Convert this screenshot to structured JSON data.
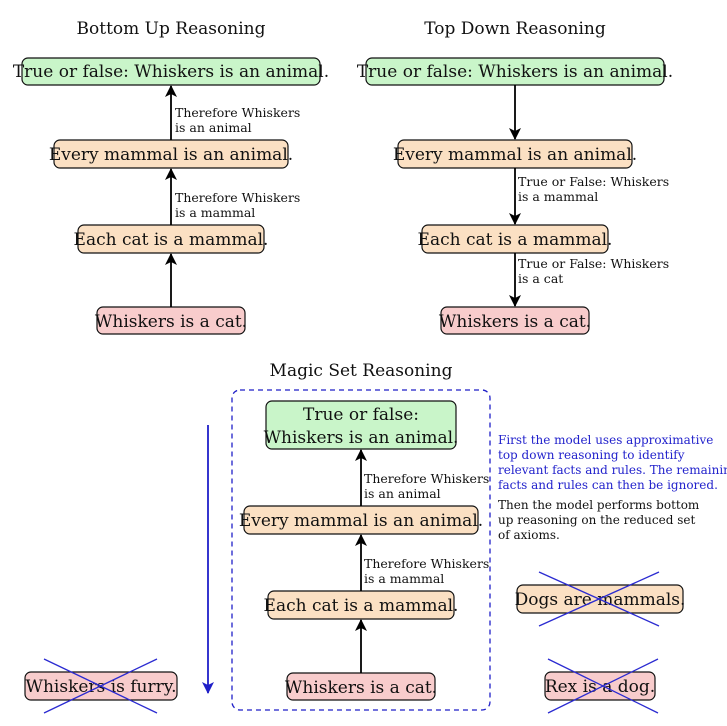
{
  "sections": {
    "bottom_up": {
      "title": "Bottom Up Reasoning",
      "nodes": {
        "goal": "True or false: Whiskers is an animal.",
        "mammal_animal": "Every mammal is an animal.",
        "cat_mammal": "Each cat is a mammal.",
        "whiskers_cat": "Whiskers is a cat."
      },
      "edges": {
        "upper": [
          "Therefore Whiskers",
          "is an animal"
        ],
        "lower": [
          "Therefore Whiskers",
          "is a mammal"
        ]
      }
    },
    "top_down": {
      "title": "Top Down Reasoning",
      "nodes": {
        "goal": "True or false: Whiskers is an animal.",
        "mammal_animal": "Every mammal is an animal.",
        "cat_mammal": "Each cat is a mammal.",
        "whiskers_cat": "Whiskers is a cat."
      },
      "edges": {
        "upper": [
          "True or False: Whiskers",
          "is a mammal"
        ],
        "lower": [
          "True or False: Whiskers",
          "is a cat"
        ]
      }
    },
    "magic_set": {
      "title": "Magic Set Reasoning",
      "nodes": {
        "goal": [
          "True or false:",
          "Whiskers is an animal."
        ],
        "mammal_animal": "Every mammal is an animal.",
        "cat_mammal": "Each cat is a mammal.",
        "whiskers_cat": "Whiskers is a cat."
      },
      "edges": {
        "upper": [
          "Therefore Whiskers",
          "is an animal"
        ],
        "lower": [
          "Therefore Whiskers",
          "is a mammal"
        ]
      },
      "ignored": {
        "furry": "Whiskers is furry.",
        "dogs": "Dogs are mammals.",
        "rex": "Rex is a dog."
      },
      "notes": {
        "top_down": [
          "First the model uses approximative",
          "top down reasoning to identify",
          "relevant facts and rules. The remaining",
          "facts and rules can then be ignored."
        ],
        "bottom_up": [
          "Then the model performs bottom",
          "up reasoning on the reduced set",
          "of axioms."
        ]
      }
    }
  },
  "colors": {
    "goal_fill": "#c9f5c9",
    "rule_fill": "#fbe0c3",
    "fact_fill": "#f8cccc",
    "ignore_cross": "#2b2bd1",
    "note_blue": "#2222cc",
    "dashed_box": "#1f1fc8",
    "arrow": "#000000"
  }
}
